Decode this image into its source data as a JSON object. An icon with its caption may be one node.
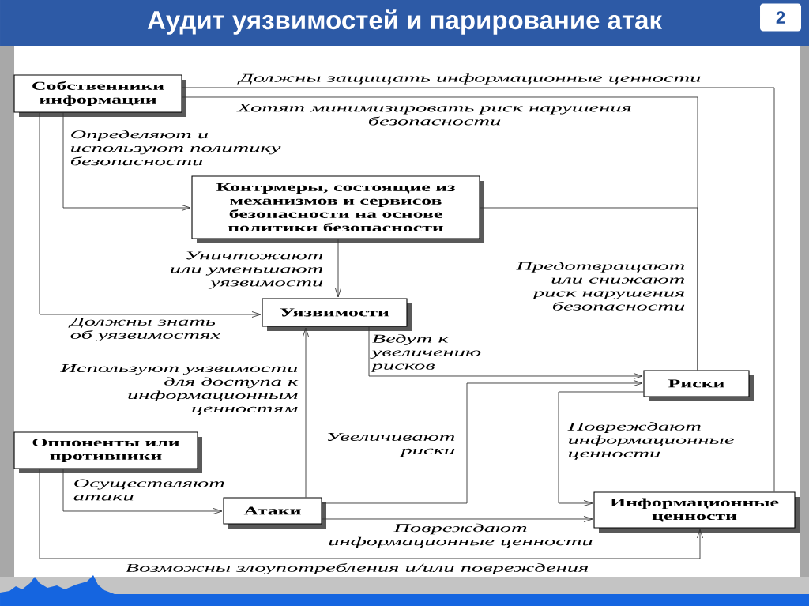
{
  "diagram": {
    "title": "Аудит уязвимостей и парирование атак",
    "nodes": [
      {
        "text": [
          "Собственники информации"
        ]
      },
      {
        "text": [
          "Контрмеры, состоящие из механизмов и сервисов безопасности на основе политики безопасности"
        ]
      },
      {
        "text": [
          "Уязвимости"
        ]
      },
      {
        "text": [
          "Риски"
        ]
      },
      {
        "text": [
          "Оппоненты или противники"
        ]
      },
      {
        "text": [
          "Атаки"
        ]
      },
      {
        "text": [
          "Информационные ценности"
        ]
      }
    ],
    "edges": [
      {
        "from": 0,
        "to": 6,
        "arrow": "none",
        "label": "Должны защищать информационные ценности"
      },
      {
        "from": 0,
        "to": 3,
        "arrow": "none",
        "label": "Хотят минимизировать риск нарушения безопасности"
      },
      {
        "from": 0,
        "to": 1,
        "arrow": "to",
        "label": "Определяют и используют политику безопасности"
      },
      {
        "from": 0,
        "to": 2,
        "arrow": "to",
        "label": "Должны знать об уязвимостях"
      },
      {
        "from": 1,
        "to": 2,
        "arrow": "to",
        "label": "Уничтожают или уменьшают уязвимости"
      },
      {
        "from": 1,
        "to": 3,
        "arrow": "none",
        "label": "Предотвращают или снижают риск нарушения безопасности"
      },
      {
        "from": 2,
        "to": 3,
        "arrow": "to",
        "label": "Ведут к увеличению рисков"
      },
      {
        "from": 5,
        "to": 2,
        "arrow": "to",
        "label": "Используют уязвимости для доступа к информационным ценностям"
      },
      {
        "from": 5,
        "to": 3,
        "arrow": "to",
        "label": "Увеличивают риски"
      },
      {
        "from": 3,
        "to": 6,
        "arrow": "to",
        "label": "Повреждают информационные ценности"
      },
      {
        "from": 4,
        "to": 5,
        "arrow": "to",
        "label": "Осуществляют атаки"
      },
      {
        "from": 5,
        "to": 6,
        "arrow": "to",
        "label": "Повреждают информационные ценности"
      },
      {
        "from": 4,
        "to": 6,
        "arrow": "to",
        "label": "Возможны злоупотребления и/или повреждения"
      }
    ],
    "labels": [
      "2"
    ]
  }
}
